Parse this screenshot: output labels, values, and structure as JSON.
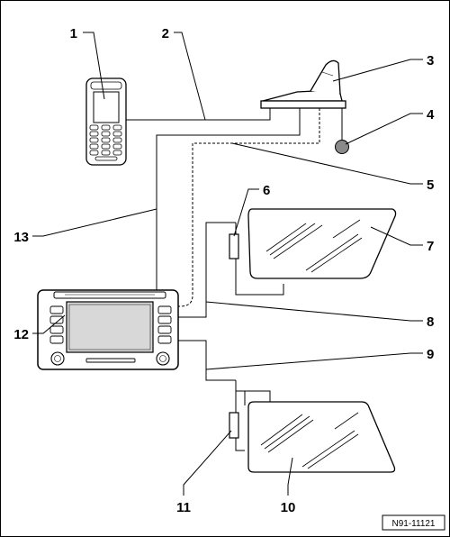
{
  "callouts": {
    "c1": "1",
    "c2": "2",
    "c3": "3",
    "c4": "4",
    "c5": "5",
    "c6": "6",
    "c7": "7",
    "c8": "8",
    "c9": "9",
    "c10": "10",
    "c11": "11",
    "c12": "12",
    "c13": "13"
  },
  "reference_code": "N91-11121",
  "colors": {
    "line": "#000000",
    "background": "#ffffff",
    "component_fill": "#ffffff",
    "sensor_fill": "#8a8a8a",
    "screen_fill": "#d8d8d8"
  }
}
